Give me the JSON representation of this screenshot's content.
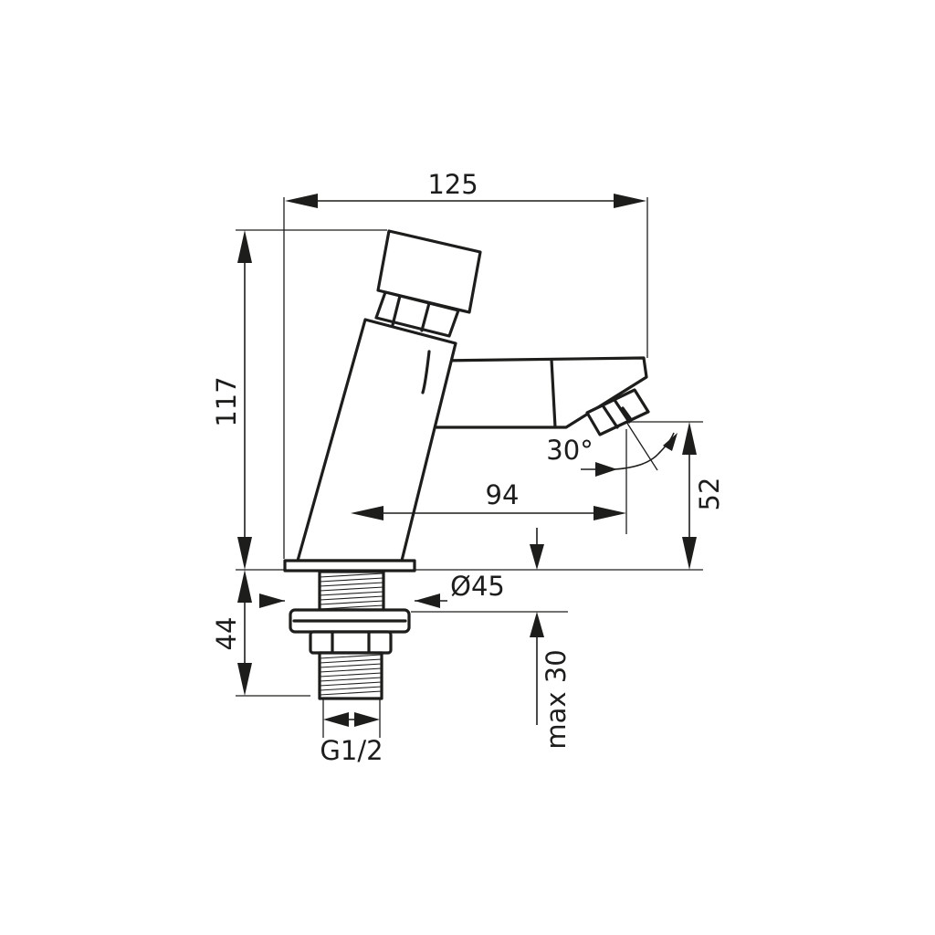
{
  "colors": {
    "line": "#1d1d1b",
    "background": "#ffffff"
  },
  "dimensions": {
    "width_total": "125",
    "height_total": "117",
    "spout_reach": "94",
    "spout_height": "52",
    "spray_angle": "30°",
    "flange_diameter": "Ø45",
    "below_deck_length": "44",
    "max_deck_thickness": "max 30",
    "thread_size": "G1/2"
  }
}
